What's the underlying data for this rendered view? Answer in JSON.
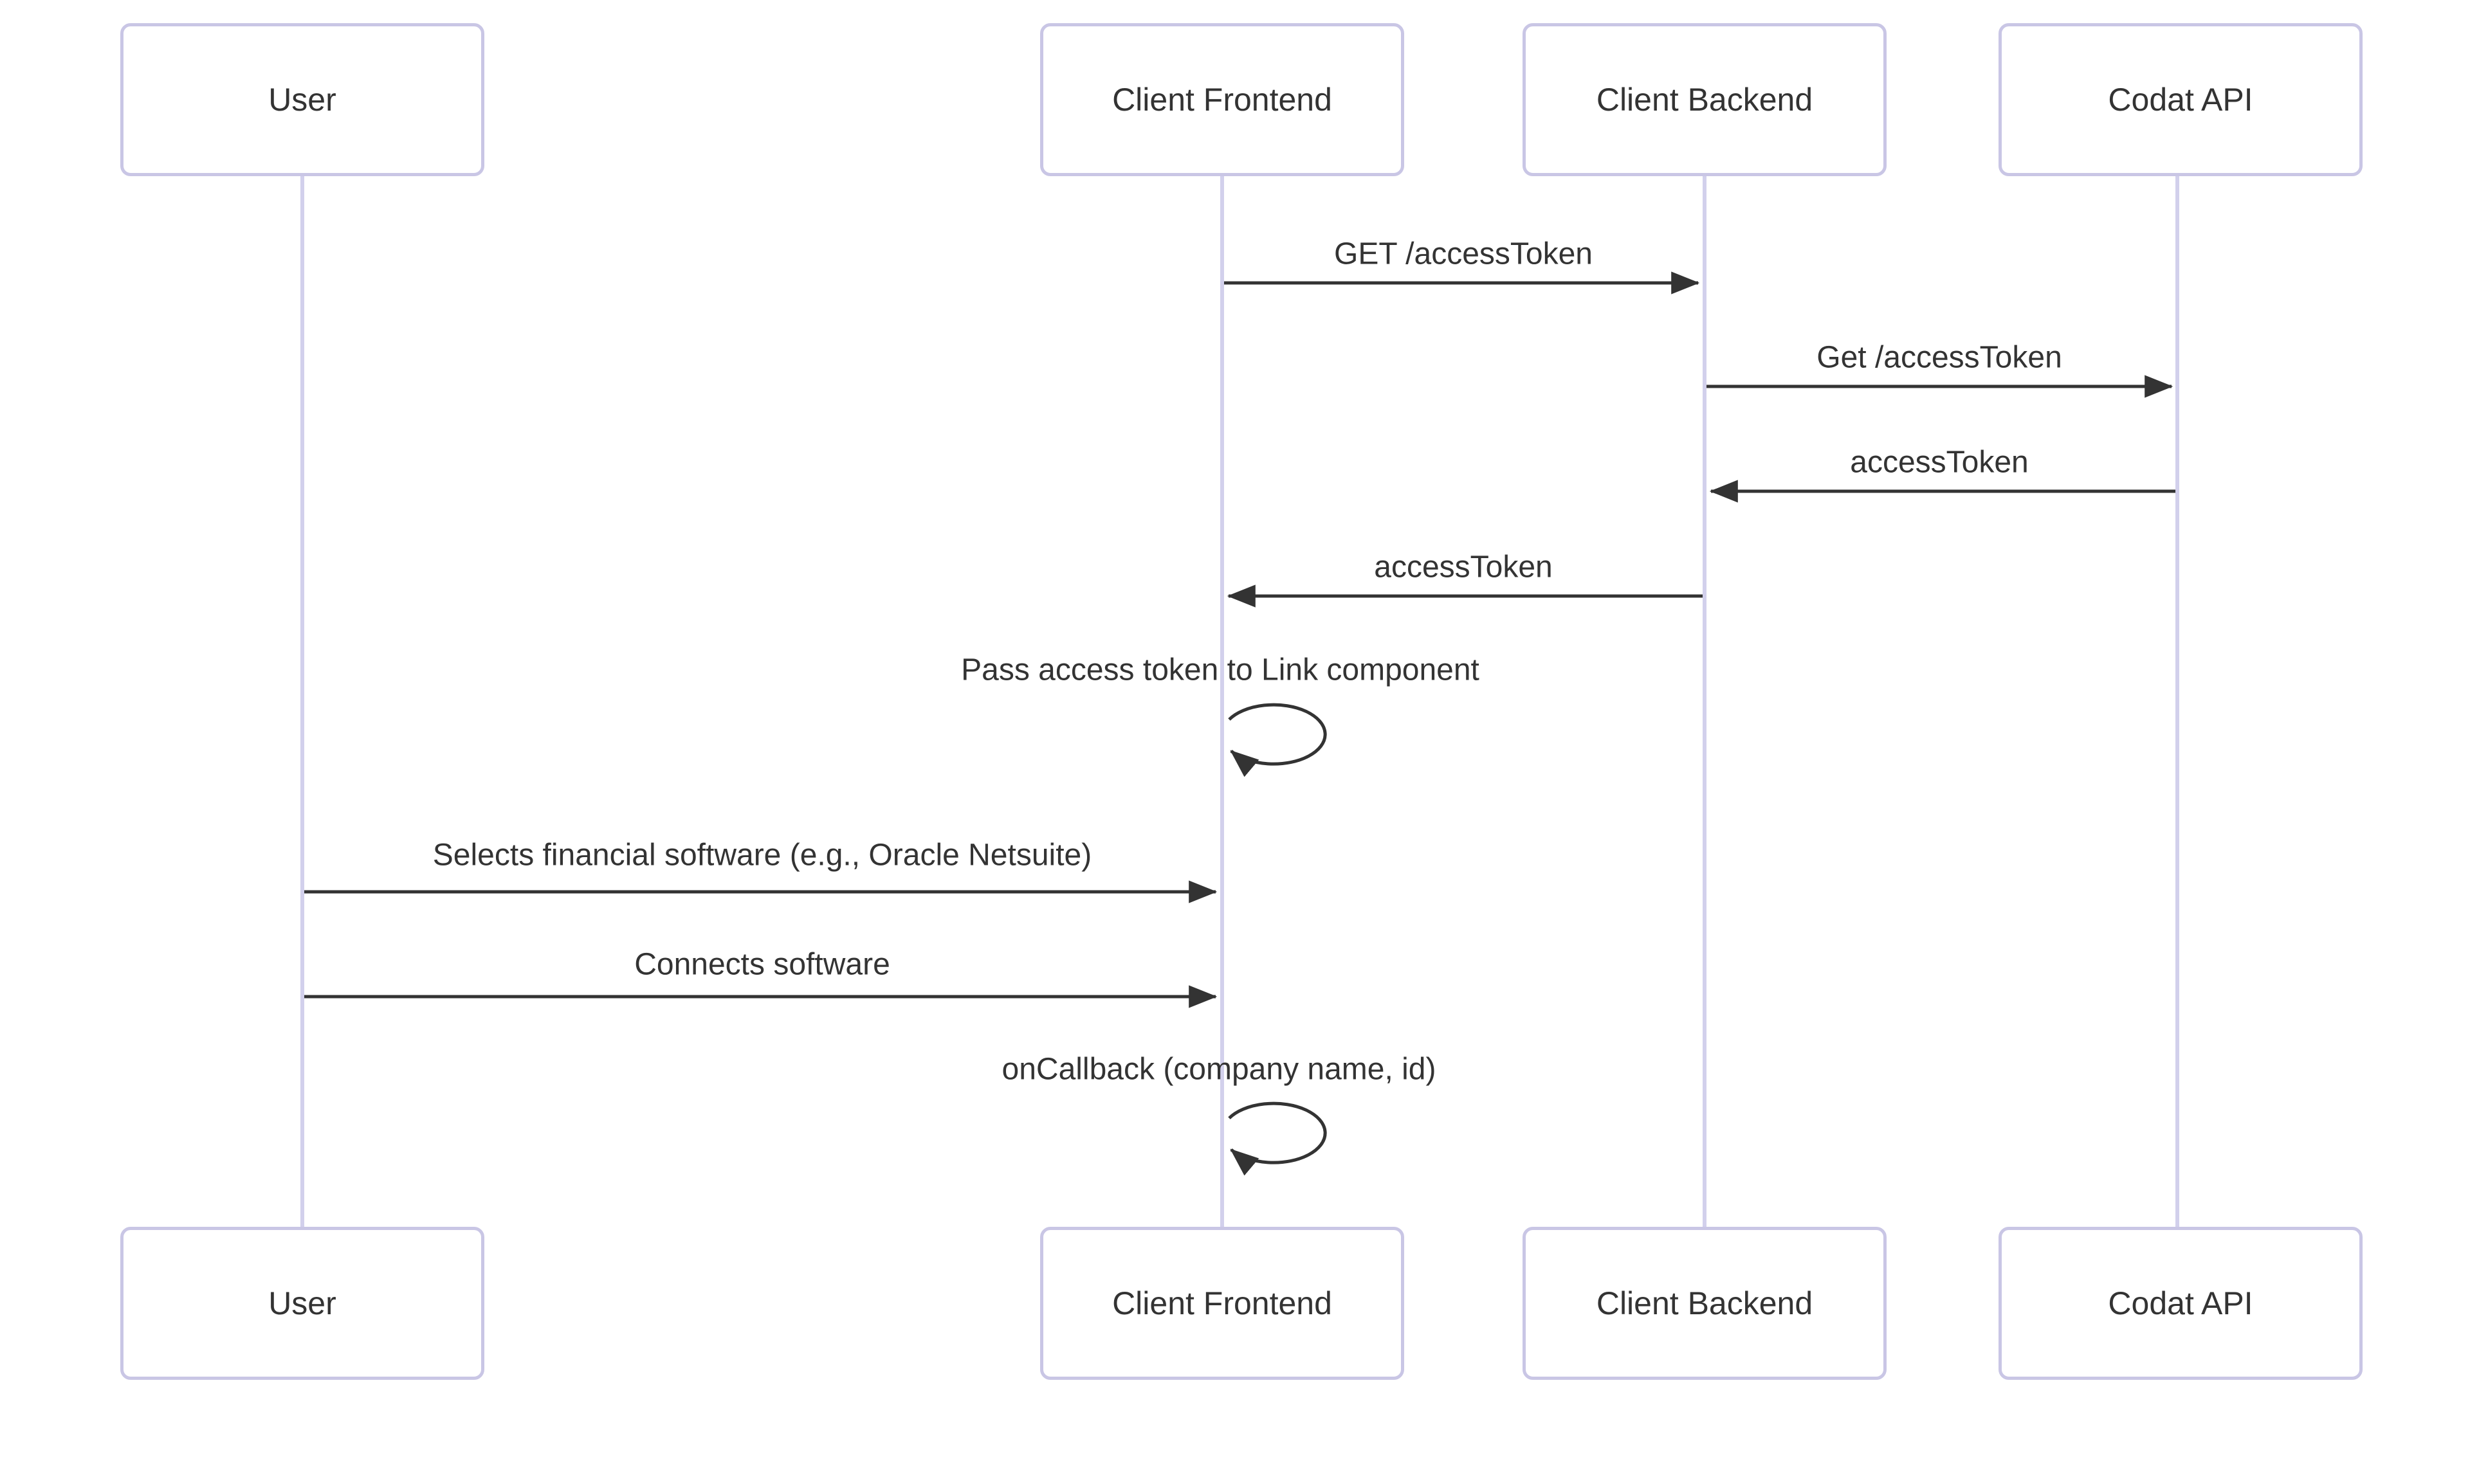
{
  "diagram": {
    "type": "sequence-diagram",
    "actors": [
      {
        "name": "User"
      },
      {
        "name": "Client Frontend"
      },
      {
        "name": "Client Backend"
      },
      {
        "name": "Codat API"
      }
    ],
    "messages": [
      {
        "from": "Client Frontend",
        "to": "Client Backend",
        "label": "GET /accessToken",
        "style": "solid-arrow"
      },
      {
        "from": "Client Backend",
        "to": "Codat API",
        "label": "Get /accessToken",
        "style": "solid-arrow"
      },
      {
        "from": "Codat API",
        "to": "Client Backend",
        "label": "accessToken",
        "style": "solid-arrow"
      },
      {
        "from": "Client Backend",
        "to": "Client Frontend",
        "label": "accessToken",
        "style": "solid-arrow"
      },
      {
        "from": "Client Frontend",
        "to": "Client Frontend",
        "label": "Pass access token to Link component",
        "style": "self-loop"
      },
      {
        "from": "User",
        "to": "Client Frontend",
        "label": "Selects financial software (e.g., Oracle Netsuite)",
        "style": "solid-arrow"
      },
      {
        "from": "User",
        "to": "Client Frontend",
        "label": "Connects software",
        "style": "solid-arrow"
      },
      {
        "from": "Client Frontend",
        "to": "Client Frontend",
        "label": "onCallback (company name, id)",
        "style": "self-loop"
      }
    ],
    "colors": {
      "background": "#ffffff",
      "actor_fill": "#ffffff",
      "actor_border": "#c9c6e5",
      "lifeline": "#d2d0ec",
      "arrow": "#333333",
      "text": "#333333"
    }
  }
}
